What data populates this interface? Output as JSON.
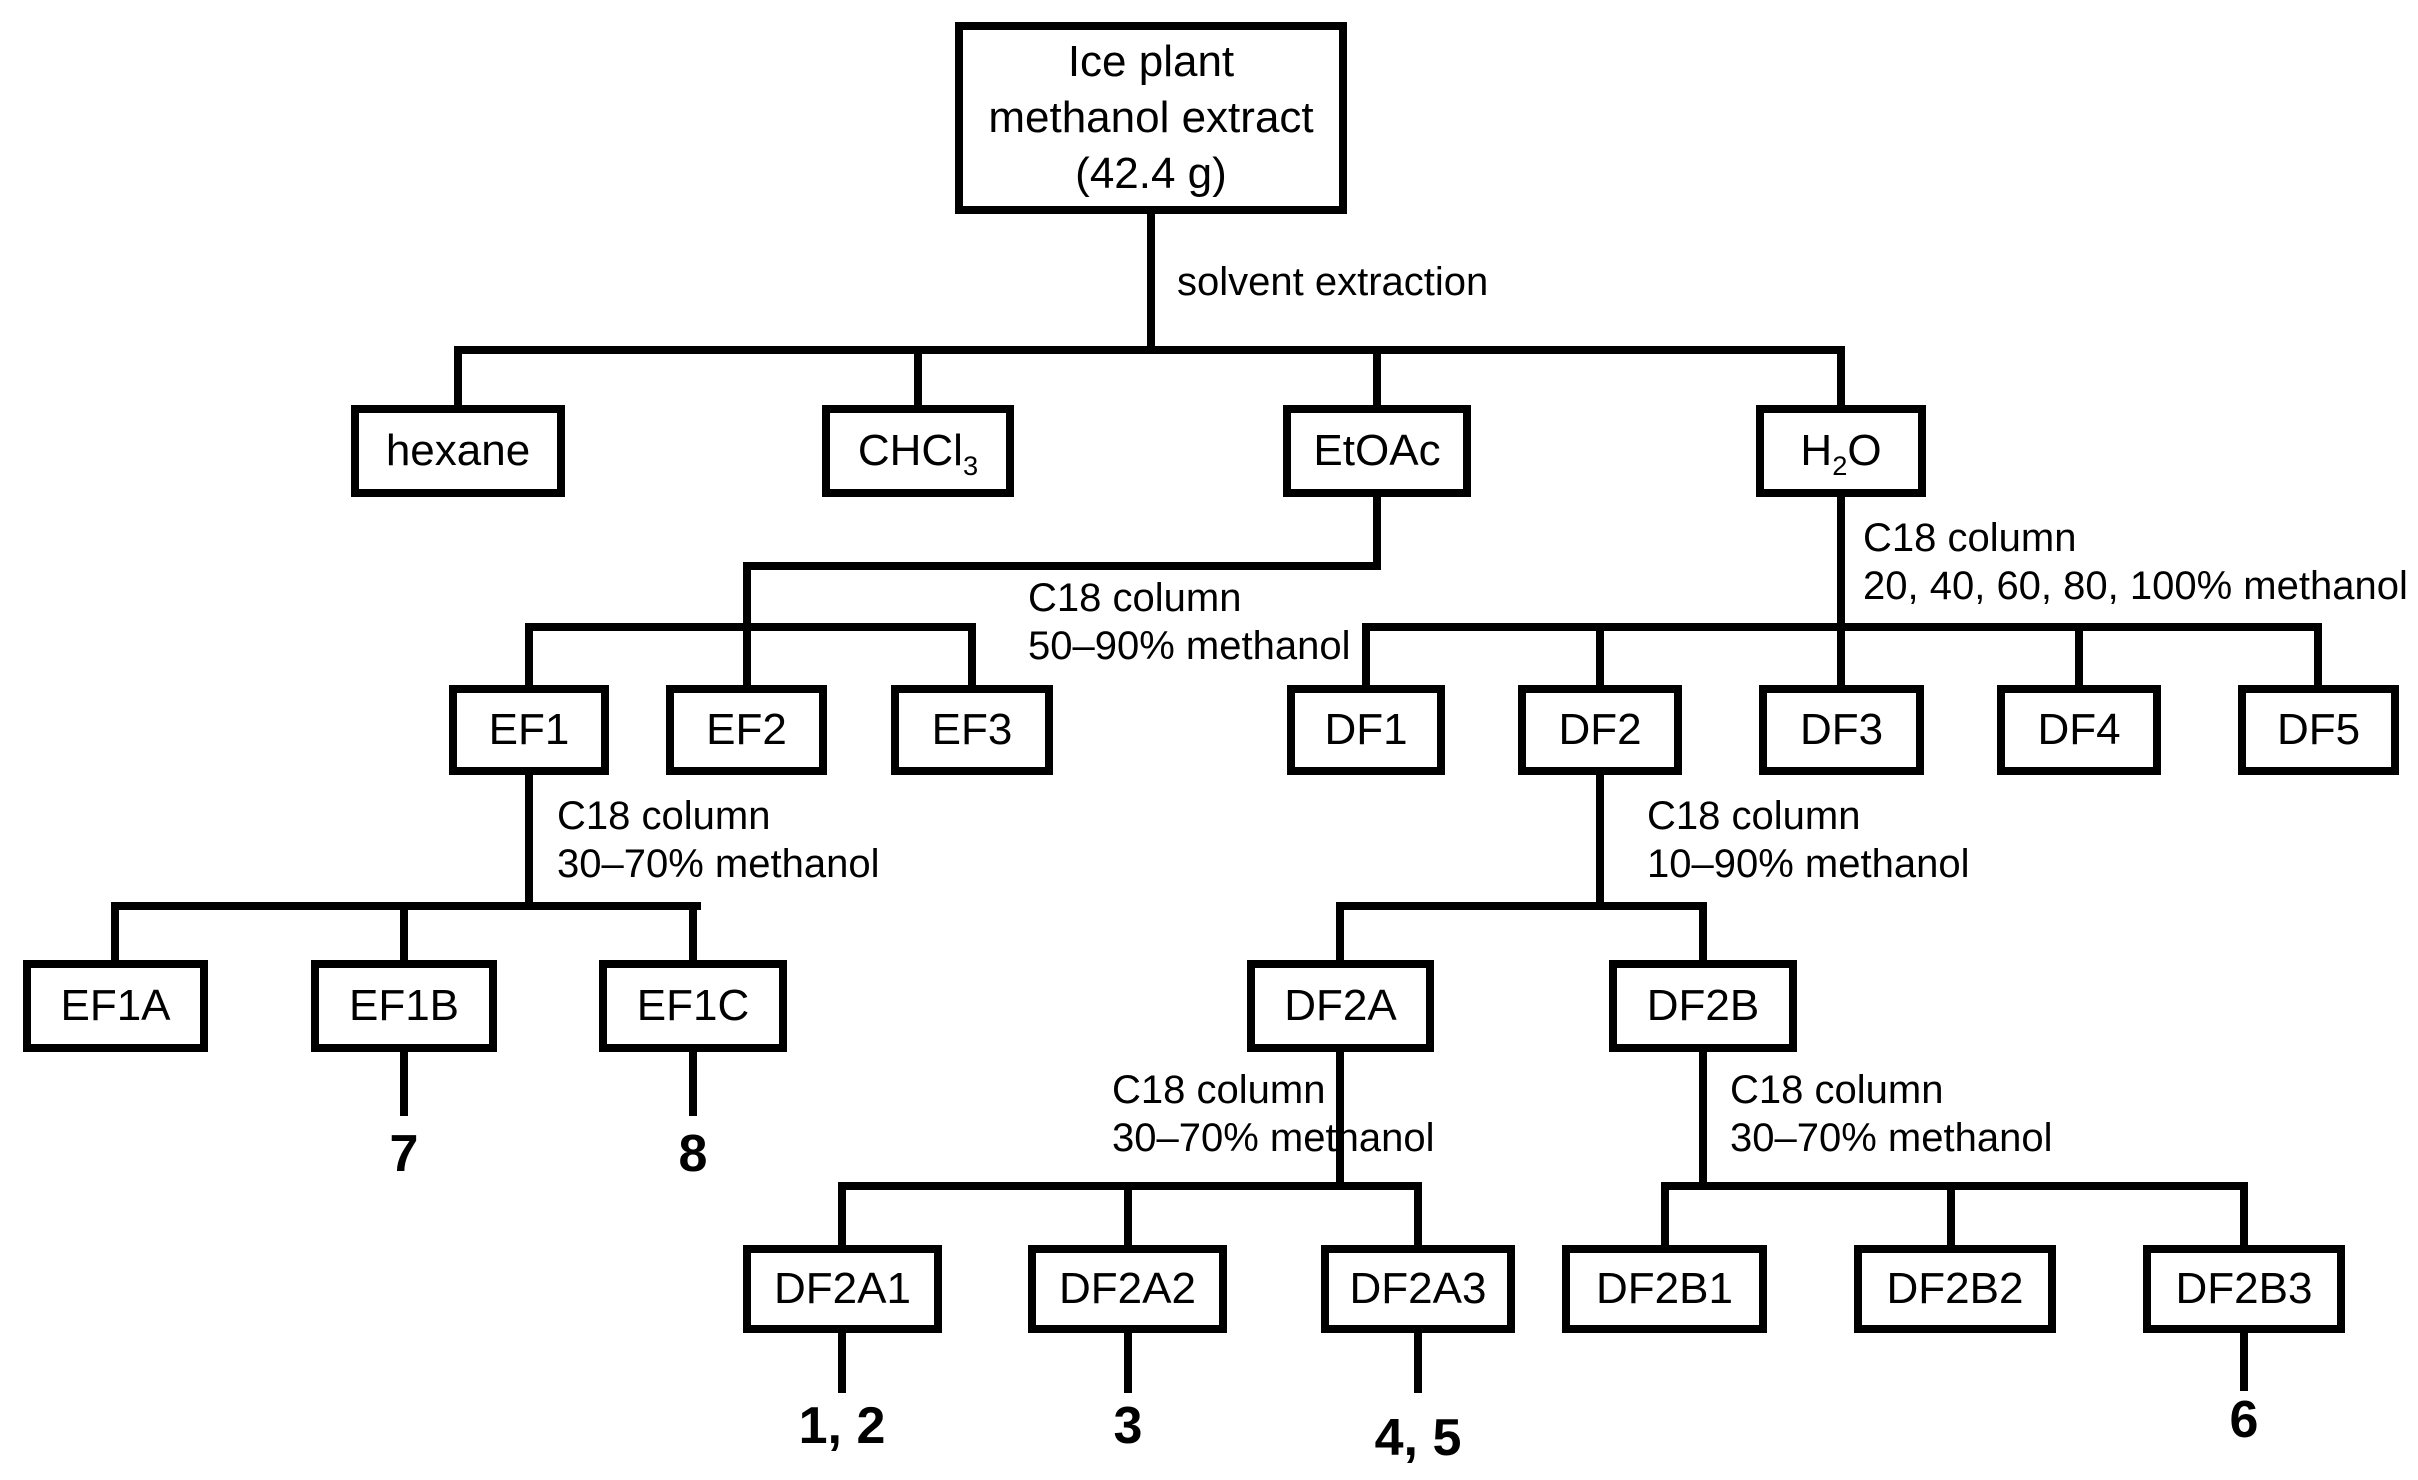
{
  "colors": {
    "line": "#000000",
    "background": "#ffffff",
    "text": "#000000"
  },
  "nodes": {
    "root": {
      "lines": [
        "Ice plant",
        "methanol extract",
        "(42.4 g)"
      ]
    },
    "hexane": {
      "label": "hexane"
    },
    "chcl3": {
      "base": "CHCl",
      "sub": "3"
    },
    "etoac": {
      "label": "EtOAc"
    },
    "h2o": {
      "pre": "H",
      "sub": "2",
      "post": "O"
    },
    "ef1": {
      "label": "EF1"
    },
    "ef2": {
      "label": "EF2"
    },
    "ef3": {
      "label": "EF3"
    },
    "df1": {
      "label": "DF1"
    },
    "df2": {
      "label": "DF2"
    },
    "df3": {
      "label": "DF3"
    },
    "df4": {
      "label": "DF4"
    },
    "df5": {
      "label": "DF5"
    },
    "ef1a": {
      "label": "EF1A"
    },
    "ef1b": {
      "label": "EF1B"
    },
    "ef1c": {
      "label": "EF1C"
    },
    "df2a": {
      "label": "DF2A"
    },
    "df2b": {
      "label": "DF2B"
    },
    "df2a1": {
      "label": "DF2A1"
    },
    "df2a2": {
      "label": "DF2A2"
    },
    "df2a3": {
      "label": "DF2A3"
    },
    "df2b1": {
      "label": "DF2B1"
    },
    "df2b2": {
      "label": "DF2B2"
    },
    "df2b3": {
      "label": "DF2B3"
    }
  },
  "edge_labels": {
    "solvent_extraction": "solvent extraction",
    "etoac_column": {
      "line1": "C18 column",
      "line2": "50–90% methanol"
    },
    "h2o_column": {
      "line1": "C18 column",
      "line2": "20, 40, 60, 80, 100% methanol"
    },
    "ef1_column": {
      "line1": "C18 column",
      "line2": "30–70% methanol"
    },
    "df2_column": {
      "line1": "C18 column",
      "line2": "10–90% methanol"
    },
    "df2a_column": {
      "line1": "C18 column",
      "line2": "30–70% methanol"
    },
    "df2b_column": {
      "line1": "C18 column",
      "line2": "30–70% methanol"
    }
  },
  "compounds": {
    "ef1b": "7",
    "ef1c": "8",
    "df2a1": "1, 2",
    "df2a2": "3",
    "df2a3": "4, 5",
    "df2b3": "6"
  }
}
